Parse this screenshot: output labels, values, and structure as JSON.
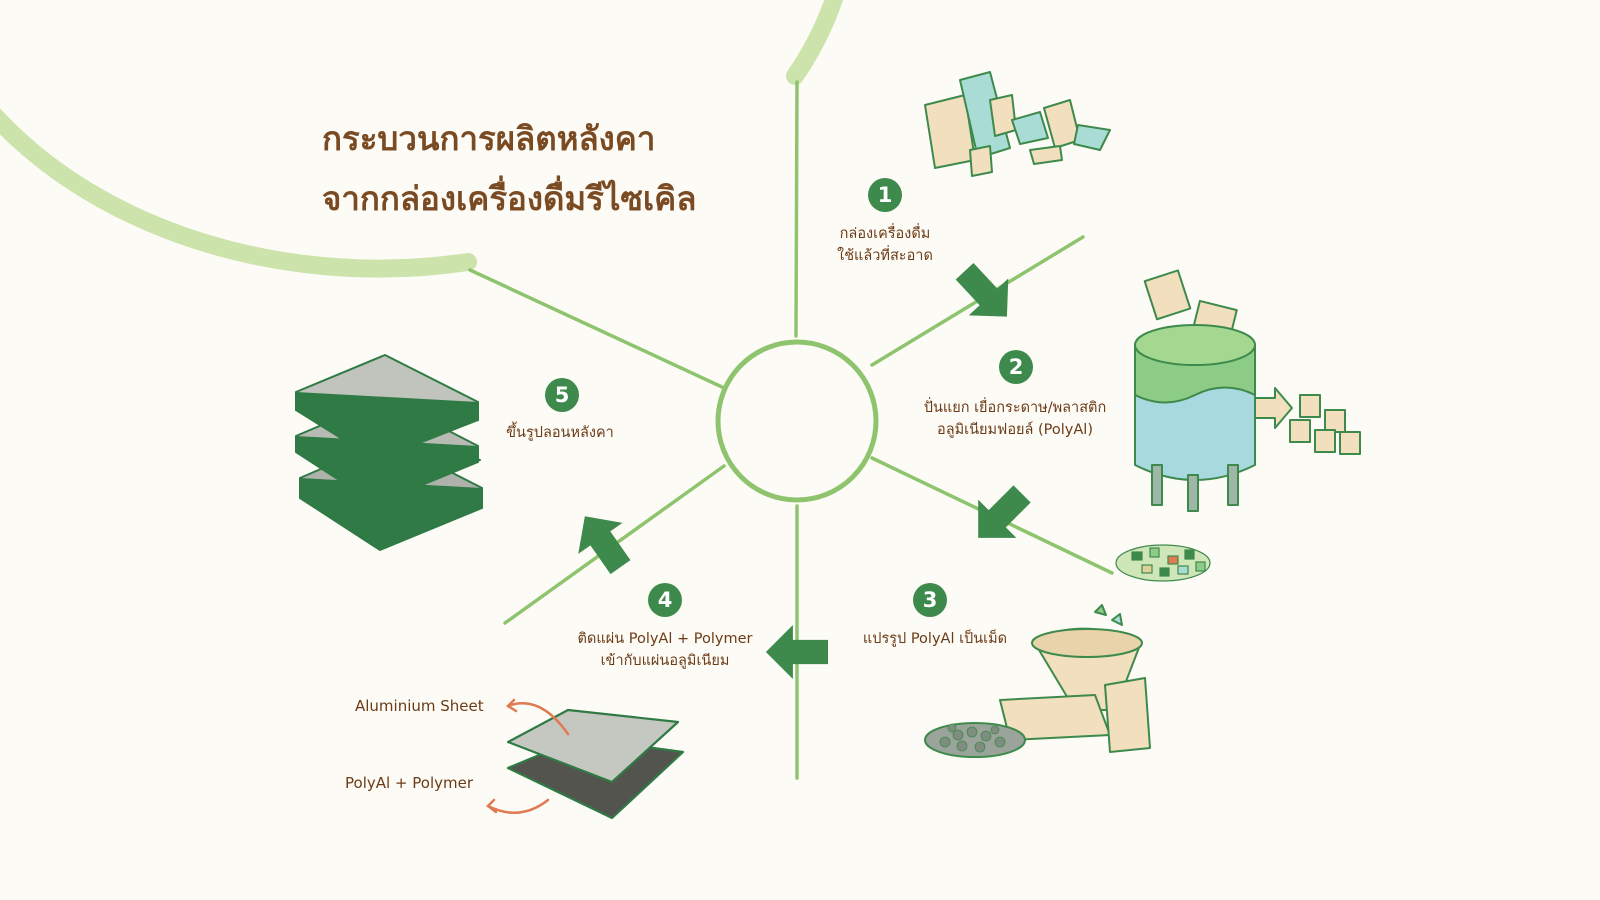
{
  "title": {
    "line1": "กระบวนการผลิตหลังคา",
    "line2": "จากกล่องเครื่องดื่มรีไซเคิล"
  },
  "steps": [
    {
      "number": "1",
      "lines": [
        "กล่องเครื่องดื่ม",
        "ใช้แล้วที่สะอาด"
      ]
    },
    {
      "number": "2",
      "lines": [
        "ปั่นแยก เยื่อกระดาษ/พลาสติก",
        "อลูมิเนียมฟอยล์ (PolyAl)"
      ]
    },
    {
      "number": "3",
      "lines": [
        "แปรรูป PolyAl เป็นเม็ด"
      ]
    },
    {
      "number": "4",
      "lines": [
        "ติดแผ่น PolyAl + Polymer",
        "เข้ากับแผ่นอลูมิเนียม"
      ]
    },
    {
      "number": "5",
      "lines": [
        "ขึ้นรูปลอนหลังคา"
      ]
    }
  ],
  "layers": {
    "top": "Aluminium Sheet",
    "bottom": "PolyAl + Polymer"
  },
  "colors": {
    "background": "#fdfbf6",
    "ring": "#c9e2a6",
    "spoke": "#8fc46e",
    "arrow": "#3e8a4c",
    "badge": "#3e8a4c",
    "text": "#6b3b16",
    "title": "#7a4a22",
    "accent": "#e07a52"
  },
  "icons": [
    "beverage-cartons-icon",
    "pulper-tank-icon",
    "shredded-polyal-icon",
    "pellet-extruder-icon",
    "laminated-sheet-icon",
    "corrugated-roof-icon"
  ]
}
